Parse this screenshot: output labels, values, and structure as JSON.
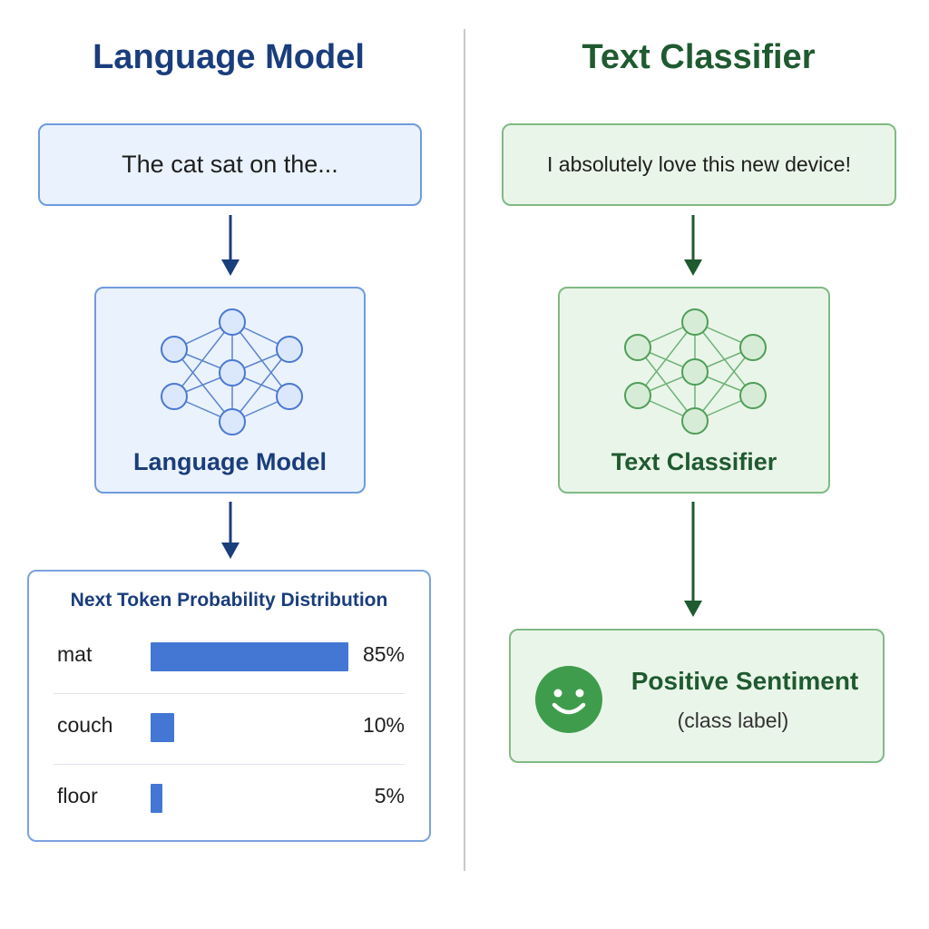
{
  "colors": {
    "blue_dark": "#1a3d7c",
    "blue_accent": "#4477d4",
    "blue_fill": "#eaf2fd",
    "green_dark": "#1f5a30",
    "green_accent": "#3f9c4c",
    "green_fill": "#eaf5e9"
  },
  "left_panel": {
    "title": "Language Model",
    "input_text": "The cat sat on the...",
    "model_label": "Language Model",
    "model_icon": "neural-network-icon",
    "distribution": {
      "title": "Next Token Probability Distribution",
      "rows": [
        {
          "token": "mat",
          "probability": 0.85,
          "label": "85%"
        },
        {
          "token": "couch",
          "probability": 0.1,
          "label": "10%"
        },
        {
          "token": "floor",
          "probability": 0.05,
          "label": "5%"
        }
      ]
    }
  },
  "right_panel": {
    "title": "Text Classifier",
    "input_text": "I absolutely love this new device!",
    "model_label": "Text Classifier",
    "model_icon": "neural-network-icon",
    "result": {
      "icon": "smiley-icon",
      "title": "Positive Sentiment",
      "subtitle": "(class label)"
    }
  }
}
